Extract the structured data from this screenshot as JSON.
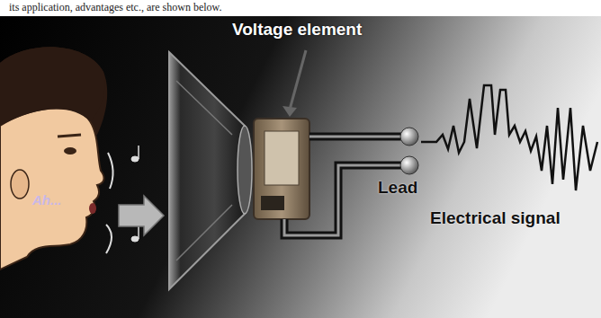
{
  "diagram": {
    "labels": [
      "its application, advantages etc., are shown below.",
      "Voltage element",
      "Ah...",
      "Lead",
      "Electrical signal"
    ]
  }
}
